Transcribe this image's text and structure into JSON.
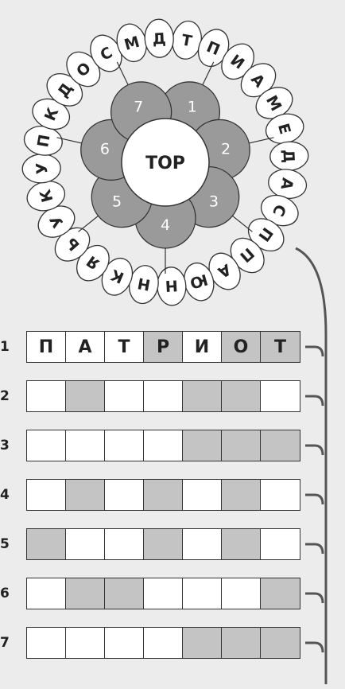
{
  "puzzle": {
    "center_word": "ТОР",
    "petal_numbers": [
      "1",
      "2",
      "3",
      "4",
      "5",
      "6",
      "7"
    ],
    "ring_letters": [
      "Т",
      "П",
      "И",
      "А",
      "М",
      "Е",
      "Д",
      "А",
      "С",
      "П",
      "П",
      "А",
      "Ю",
      "Н",
      "Н",
      "К",
      "Я",
      "Ь",
      "У",
      "К",
      "У",
      "П",
      "К",
      "Д",
      "О",
      "С",
      "М",
      "Д"
    ],
    "rows": [
      {
        "number": "1",
        "cells": [
          "П",
          "А",
          "Т",
          "Р",
          "И",
          "О",
          "Т"
        ],
        "shaded": [
          false,
          false,
          false,
          true,
          false,
          true,
          true
        ]
      },
      {
        "number": "2",
        "cells": [
          "",
          "",
          "",
          "",
          "",
          "",
          ""
        ],
        "shaded": [
          false,
          true,
          false,
          false,
          true,
          true,
          false
        ]
      },
      {
        "number": "3",
        "cells": [
          "",
          "",
          "",
          "",
          "",
          "",
          ""
        ],
        "shaded": [
          false,
          false,
          false,
          false,
          true,
          true,
          true
        ]
      },
      {
        "number": "4",
        "cells": [
          "",
          "",
          "",
          "",
          "",
          "",
          ""
        ],
        "shaded": [
          false,
          true,
          false,
          true,
          false,
          true,
          false
        ]
      },
      {
        "number": "5",
        "cells": [
          "",
          "",
          "",
          "",
          "",
          "",
          ""
        ],
        "shaded": [
          true,
          false,
          false,
          true,
          false,
          true,
          false
        ]
      },
      {
        "number": "6",
        "cells": [
          "",
          "",
          "",
          "",
          "",
          "",
          ""
        ],
        "shaded": [
          false,
          true,
          true,
          false,
          false,
          false,
          true
        ]
      },
      {
        "number": "7",
        "cells": [
          "",
          "",
          "",
          "",
          "",
          "",
          ""
        ],
        "shaded": [
          false,
          false,
          false,
          false,
          true,
          true,
          true
        ]
      }
    ]
  },
  "colors": {
    "petal": "#9a9a9a",
    "shade": "#c4c4c4",
    "line": "#555555"
  }
}
